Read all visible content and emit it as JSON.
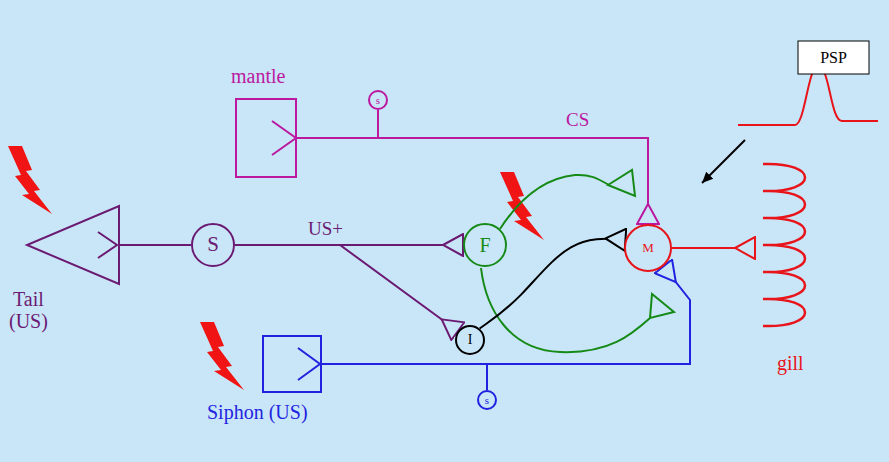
{
  "diagram": {
    "nodes": [
      {
        "text": [
          "PSP"
        ]
      },
      {
        "text": [
          "mantle"
        ]
      },
      {
        "text": [
          "s"
        ]
      },
      {
        "text": [
          "Tail (US)"
        ]
      },
      {
        "text": [
          "S"
        ]
      },
      {
        "text": [
          "F"
        ]
      },
      {
        "text": [
          "M"
        ]
      },
      {
        "text": [
          "gill"
        ]
      },
      {
        "text": [
          "I"
        ]
      },
      {
        "text": [
          "Siphon (US)"
        ]
      },
      {
        "text": [
          "s"
        ]
      }
    ],
    "edges": [
      {
        "from": 1,
        "to": 6,
        "arrow": "to",
        "label": "CS"
      },
      {
        "from": 3,
        "to": 4,
        "arrow": "none"
      },
      {
        "from": 4,
        "to": 5,
        "arrow": "to",
        "label": "US+"
      },
      {
        "from": 4,
        "to": 8,
        "arrow": "to"
      },
      {
        "from": 8,
        "to": 6,
        "arrow": "to"
      },
      {
        "from": 9,
        "to": 6,
        "arrow": "to"
      },
      {
        "from": 6,
        "to": 7,
        "arrow": "to"
      }
    ]
  }
}
